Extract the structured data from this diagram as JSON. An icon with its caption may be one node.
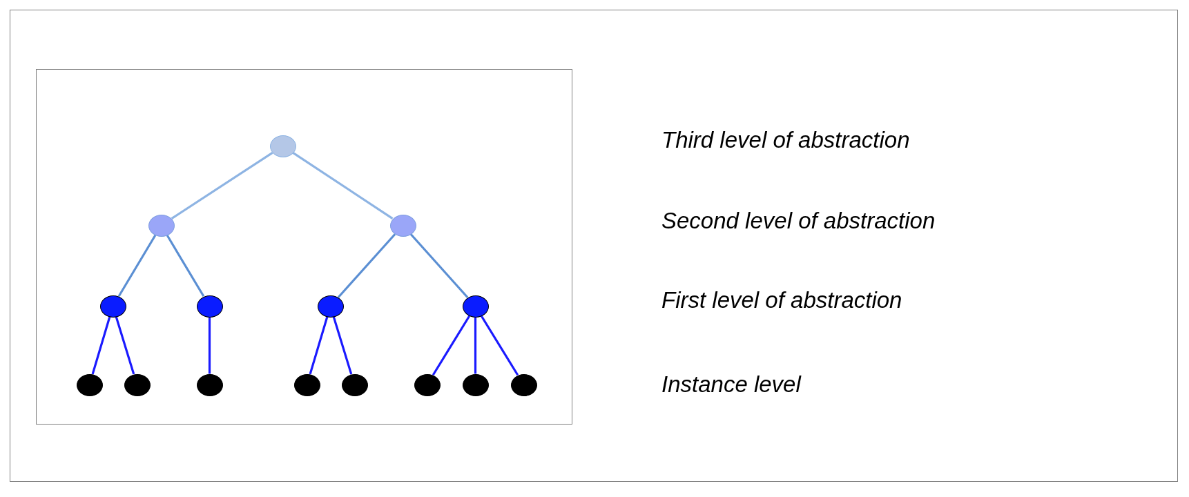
{
  "diagram": {
    "nodes": [
      {
        "text": [],
        "shape": "box"
      },
      {
        "text": [],
        "shape": "circle",
        "in": 0
      },
      {
        "text": [],
        "shape": "circle",
        "in": 0
      },
      {
        "text": [],
        "shape": "circle",
        "in": 0
      },
      {
        "text": [],
        "shape": "circle",
        "in": 0
      },
      {
        "text": [],
        "shape": "circle",
        "in": 0
      },
      {
        "text": [],
        "shape": "circle",
        "in": 0
      },
      {
        "text": [],
        "shape": "circle",
        "in": 0
      },
      {
        "text": [],
        "shape": "circle",
        "in": 0
      },
      {
        "text": [],
        "shape": "circle",
        "in": 0
      },
      {
        "text": [],
        "shape": "circle",
        "in": 0
      },
      {
        "text": [],
        "shape": "circle",
        "in": 0
      },
      {
        "text": [],
        "shape": "circle",
        "in": 0
      },
      {
        "text": [],
        "shape": "circle",
        "in": 0
      },
      {
        "text": [],
        "shape": "circle",
        "in": 0
      },
      {
        "text": [],
        "shape": "circle",
        "in": 0
      }
    ],
    "edges": [
      {
        "from": 1,
        "to": 2,
        "arrow": "none",
        "color": "#8eb4e3"
      },
      {
        "from": 1,
        "to": 3,
        "arrow": "none",
        "color": "#8eb4e3"
      },
      {
        "from": 2,
        "to": 4,
        "arrow": "none",
        "color": "#5b8fd3"
      },
      {
        "from": 2,
        "to": 5,
        "arrow": "none",
        "color": "#5b8fd3"
      },
      {
        "from": 3,
        "to": 6,
        "arrow": "none",
        "color": "#5b8fd3"
      },
      {
        "from": 3,
        "to": 7,
        "arrow": "none",
        "color": "#5b8fd3"
      },
      {
        "from": 4,
        "to": 8,
        "arrow": "none"
      },
      {
        "from": 4,
        "to": 9,
        "arrow": "none"
      },
      {
        "from": 5,
        "to": 10,
        "arrow": "none"
      },
      {
        "from": 6,
        "to": 11,
        "arrow": "none"
      },
      {
        "from": 6,
        "to": 12,
        "arrow": "none"
      },
      {
        "from": 7,
        "to": 13,
        "arrow": "none"
      },
      {
        "from": 7,
        "to": 14,
        "arrow": "none"
      },
      {
        "from": 7,
        "to": 15,
        "arrow": "none"
      }
    ],
    "labels": [
      "Third level of abstraction",
      "Second level of abstraction",
      "First level of abstraction",
      "Instance level"
    ]
  }
}
